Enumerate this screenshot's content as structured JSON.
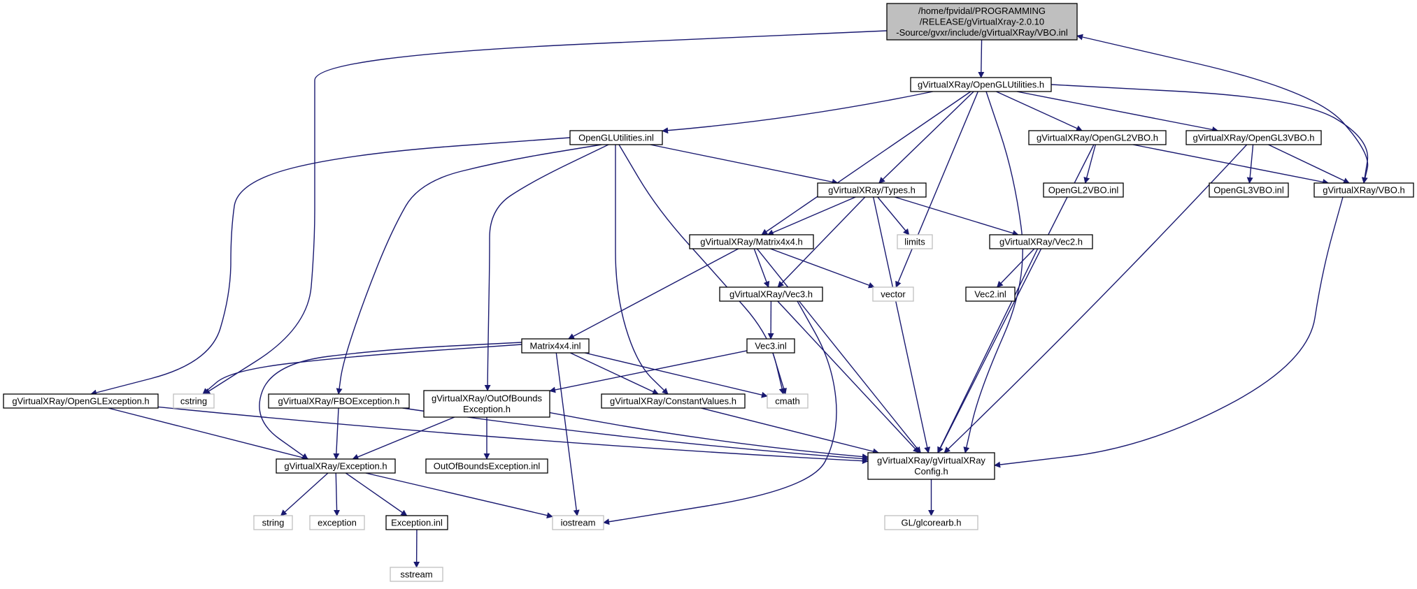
{
  "colors": {
    "edge": "#191970",
    "node_border": "#000000",
    "external_border": "#bfbfbf",
    "root_fill": "#bfbfbf",
    "node_fill": "#ffffff"
  },
  "nodes": [
    {
      "id": "root",
      "lines": [
        "/home/fpvidal/PROGRAMMING",
        "/RELEASE/gVirtualXray-2.0.10",
        "-Source/gvxr/include/gVirtualXRay/VBO.inl"
      ],
      "kind": "root"
    },
    {
      "id": "oglutil_h",
      "lines": [
        "gVirtualXRay/OpenGLUtilities.h"
      ],
      "kind": "header"
    },
    {
      "id": "oglutil_inl",
      "lines": [
        "OpenGLUtilities.inl"
      ],
      "kind": "header"
    },
    {
      "id": "ogl2vbo_h",
      "lines": [
        "gVirtualXRay/OpenGL2VBO.h"
      ],
      "kind": "header"
    },
    {
      "id": "ogl3vbo_h",
      "lines": [
        "gVirtualXRay/OpenGL3VBO.h"
      ],
      "kind": "header"
    },
    {
      "id": "types_h",
      "lines": [
        "gVirtualXRay/Types.h"
      ],
      "kind": "header"
    },
    {
      "id": "ogl2vbo_inl",
      "lines": [
        "OpenGL2VBO.inl"
      ],
      "kind": "header"
    },
    {
      "id": "ogl3vbo_inl",
      "lines": [
        "OpenGL3VBO.inl"
      ],
      "kind": "header"
    },
    {
      "id": "vbo_h",
      "lines": [
        "gVirtualXRay/VBO.h"
      ],
      "kind": "header"
    },
    {
      "id": "limits",
      "lines": [
        "limits"
      ],
      "kind": "external"
    },
    {
      "id": "matrix_h",
      "lines": [
        "gVirtualXRay/Matrix4x4.h"
      ],
      "kind": "header"
    },
    {
      "id": "vec2_h",
      "lines": [
        "gVirtualXRay/Vec2.h"
      ],
      "kind": "header"
    },
    {
      "id": "vector",
      "lines": [
        "vector"
      ],
      "kind": "external"
    },
    {
      "id": "vec2_inl",
      "lines": [
        "Vec2.inl"
      ],
      "kind": "header"
    },
    {
      "id": "vec3_h",
      "lines": [
        "gVirtualXRay/Vec3.h"
      ],
      "kind": "header"
    },
    {
      "id": "vec3_inl",
      "lines": [
        "Vec3.inl"
      ],
      "kind": "header"
    },
    {
      "id": "matrix_inl",
      "lines": [
        "Matrix4x4.inl"
      ],
      "kind": "header"
    },
    {
      "id": "oglexc_h",
      "lines": [
        "gVirtualXRay/OpenGLException.h"
      ],
      "kind": "header"
    },
    {
      "id": "cstring",
      "lines": [
        "cstring"
      ],
      "kind": "external"
    },
    {
      "id": "fboexc_h",
      "lines": [
        "gVirtualXRay/FBOException.h"
      ],
      "kind": "header"
    },
    {
      "id": "oob_h",
      "lines": [
        "gVirtualXRay/OutOfBounds",
        "Exception.h"
      ],
      "kind": "header"
    },
    {
      "id": "const_h",
      "lines": [
        "gVirtualXRay/ConstantValues.h"
      ],
      "kind": "header"
    },
    {
      "id": "cmath",
      "lines": [
        "cmath"
      ],
      "kind": "external"
    },
    {
      "id": "config_h",
      "lines": [
        "gVirtualXRay/gVirtualXRay",
        "Config.h"
      ],
      "kind": "header"
    },
    {
      "id": "exc_h",
      "lines": [
        "gVirtualXRay/Exception.h"
      ],
      "kind": "header"
    },
    {
      "id": "oob_inl",
      "lines": [
        "OutOfBoundsException.inl"
      ],
      "kind": "header"
    },
    {
      "id": "string",
      "lines": [
        "string"
      ],
      "kind": "external"
    },
    {
      "id": "exception",
      "lines": [
        "exception"
      ],
      "kind": "external"
    },
    {
      "id": "exc_inl",
      "lines": [
        "Exception.inl"
      ],
      "kind": "header"
    },
    {
      "id": "iostream",
      "lines": [
        "iostream"
      ],
      "kind": "external"
    },
    {
      "id": "glcorearb",
      "lines": [
        "GL/glcorearb.h"
      ],
      "kind": "external"
    },
    {
      "id": "sstream",
      "lines": [
        "sstream"
      ],
      "kind": "external"
    }
  ],
  "edges": [
    [
      "root",
      "oglutil_h"
    ],
    [
      "root",
      "cstring"
    ],
    [
      "oglutil_h",
      "oglutil_inl"
    ],
    [
      "oglutil_h",
      "ogl2vbo_h"
    ],
    [
      "oglutil_h",
      "ogl3vbo_h"
    ],
    [
      "oglutil_h",
      "vbo_h"
    ],
    [
      "oglutil_h",
      "types_h"
    ],
    [
      "oglutil_h",
      "matrix_h"
    ],
    [
      "oglutil_h",
      "vector"
    ],
    [
      "oglutil_h",
      "config_h"
    ],
    [
      "vbo_h",
      "root"
    ],
    [
      "vbo_h",
      "config_h"
    ],
    [
      "oglutil_inl",
      "types_h"
    ],
    [
      "oglutil_inl",
      "oglexc_h"
    ],
    [
      "oglutil_inl",
      "fboexc_h"
    ],
    [
      "oglutil_inl",
      "oob_h"
    ],
    [
      "oglutil_inl",
      "const_h"
    ],
    [
      "oglutil_inl",
      "cmath"
    ],
    [
      "ogl2vbo_h",
      "ogl2vbo_inl"
    ],
    [
      "ogl2vbo_h",
      "vbo_h"
    ],
    [
      "ogl2vbo_h",
      "config_h"
    ],
    [
      "ogl3vbo_h",
      "ogl3vbo_inl"
    ],
    [
      "ogl3vbo_h",
      "vbo_h"
    ],
    [
      "ogl3vbo_h",
      "config_h"
    ],
    [
      "types_h",
      "matrix_h"
    ],
    [
      "types_h",
      "vec3_h"
    ],
    [
      "types_h",
      "limits"
    ],
    [
      "types_h",
      "vec2_h"
    ],
    [
      "types_h",
      "config_h"
    ],
    [
      "matrix_h",
      "vec3_h"
    ],
    [
      "matrix_h",
      "vector"
    ],
    [
      "matrix_h",
      "matrix_inl"
    ],
    [
      "matrix_h",
      "config_h"
    ],
    [
      "vec2_h",
      "vec2_inl"
    ],
    [
      "vec2_h",
      "config_h"
    ],
    [
      "vec3_h",
      "vec3_inl"
    ],
    [
      "vec3_h",
      "config_h"
    ],
    [
      "vec3_h",
      "iostream"
    ],
    [
      "vec3_inl",
      "oob_h"
    ],
    [
      "vec3_inl",
      "cmath"
    ],
    [
      "matrix_inl",
      "cstring"
    ],
    [
      "matrix_inl",
      "exc_h"
    ],
    [
      "matrix_inl",
      "const_h"
    ],
    [
      "matrix_inl",
      "cmath"
    ],
    [
      "matrix_inl",
      "iostream"
    ],
    [
      "oglexc_h",
      "exc_h"
    ],
    [
      "oglexc_h",
      "config_h"
    ],
    [
      "fboexc_h",
      "exc_h"
    ],
    [
      "fboexc_h",
      "config_h"
    ],
    [
      "oob_h",
      "exc_h"
    ],
    [
      "oob_h",
      "oob_inl"
    ],
    [
      "oob_h",
      "config_h"
    ],
    [
      "const_h",
      "config_h"
    ],
    [
      "config_h",
      "glcorearb"
    ],
    [
      "exc_h",
      "string"
    ],
    [
      "exc_h",
      "exception"
    ],
    [
      "exc_h",
      "exc_inl"
    ],
    [
      "exc_h",
      "iostream"
    ],
    [
      "exc_inl",
      "sstream"
    ]
  ]
}
